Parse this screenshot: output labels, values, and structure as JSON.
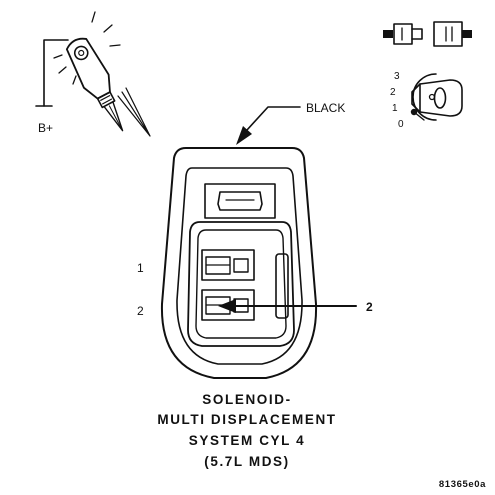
{
  "probe_label": "B+",
  "wire_color_label": "BLACK",
  "pin_labels": [
    "1",
    "2"
  ],
  "callout_label": "2",
  "key_positions": [
    "3",
    "2",
    "1",
    "0"
  ],
  "title_lines": [
    "SOLENOID-",
    "MULTI DISPLACEMENT",
    "SYSTEM CYL 4",
    "(5.7L MDS)"
  ],
  "figure_code": "81365e0a",
  "icons": {
    "probe": "test-light-probe-icon",
    "connector": "disconnect-connector-icon",
    "key": "ignition-key-icon"
  },
  "colors": {
    "line": "#111111",
    "background": "#ffffff"
  }
}
